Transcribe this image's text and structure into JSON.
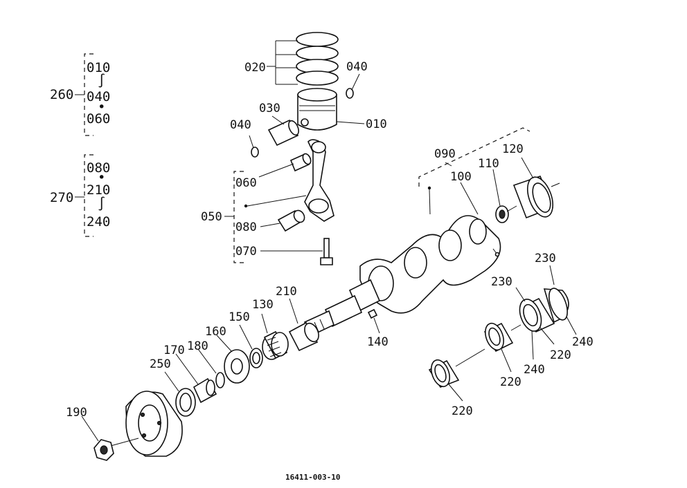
{
  "group_260": {
    "label": "260",
    "items": [
      "010",
      "040",
      "060"
    ],
    "range_mark": "∫",
    "dot_mark": "•"
  },
  "group_270": {
    "label": "270",
    "items": [
      "080",
      "210",
      "240"
    ],
    "range_mark": "∫",
    "dot_mark": "•"
  },
  "callouts": {
    "p020": "020",
    "p040a": "040",
    "p040b": "040",
    "p030": "030",
    "p010": "010",
    "p060": "060",
    "p050": "050",
    "p080": "080",
    "p070": "070",
    "p090": "090",
    "p100": "100",
    "p110": "110",
    "p120": "120",
    "p230a": "230",
    "p230b": "230",
    "p210": "210",
    "p130": "130",
    "p150": "150",
    "p160": "160",
    "p140": "140",
    "p170": "170",
    "p180": "180",
    "p250": "250",
    "p190": "190",
    "p240a": "240",
    "p240b": "240",
    "p220a": "220",
    "p220b": "220",
    "p220c": "220"
  },
  "footer_code": "16411-003-10"
}
